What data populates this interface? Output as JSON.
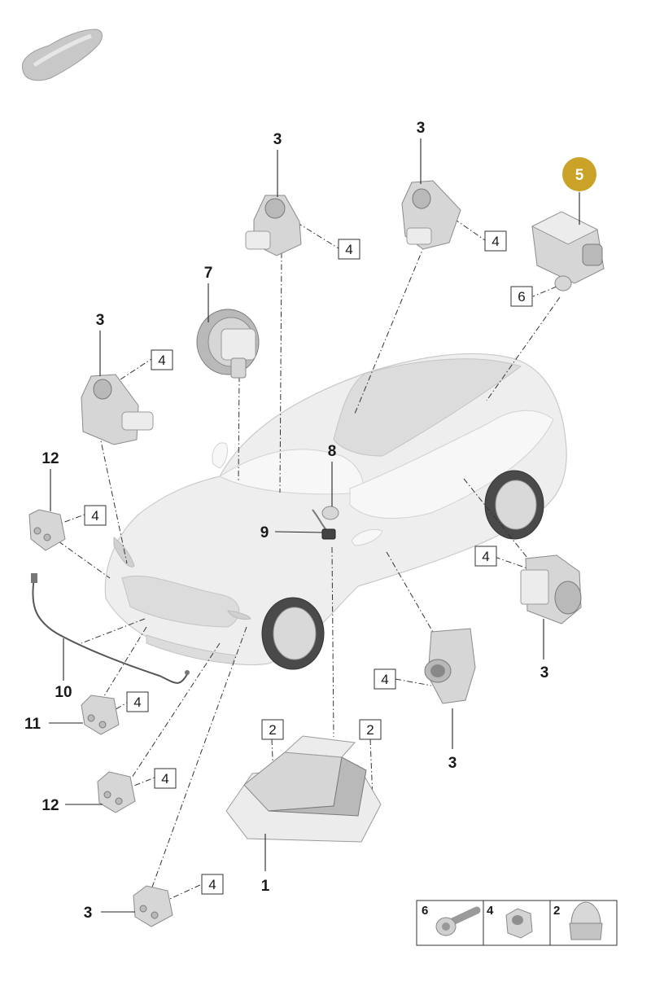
{
  "badge": {
    "label": "5",
    "color": "#c9a227"
  },
  "callouts": {
    "ecu": "1",
    "nut_top_left": "2",
    "nut_top_right": "2",
    "sensor_top_center": "3",
    "sensor_top_right": "3",
    "sensor_left": "3",
    "sensor_right_mid": "3",
    "sensor_right_lower": "3",
    "sensor_bottom_left": "3",
    "part_7": "7",
    "part_8": "8",
    "part_9": "9",
    "harness_10": "10",
    "sensor_11": "11",
    "sensor_12_upper": "12",
    "sensor_12_lower": "12"
  },
  "boxed_labels": {
    "b1": "4",
    "b2": "4",
    "b3": "6",
    "b4": "4",
    "b5": "4",
    "b6": "4",
    "b7": "4",
    "b8": "4",
    "b9": "4",
    "b10": "4",
    "b11": "2",
    "b12": "2"
  },
  "legend": [
    {
      "number": "6",
      "icon": "bolt-icon"
    },
    {
      "number": "4",
      "icon": "hex-nut-icon"
    },
    {
      "number": "2",
      "icon": "cap-nut-icon"
    }
  ]
}
